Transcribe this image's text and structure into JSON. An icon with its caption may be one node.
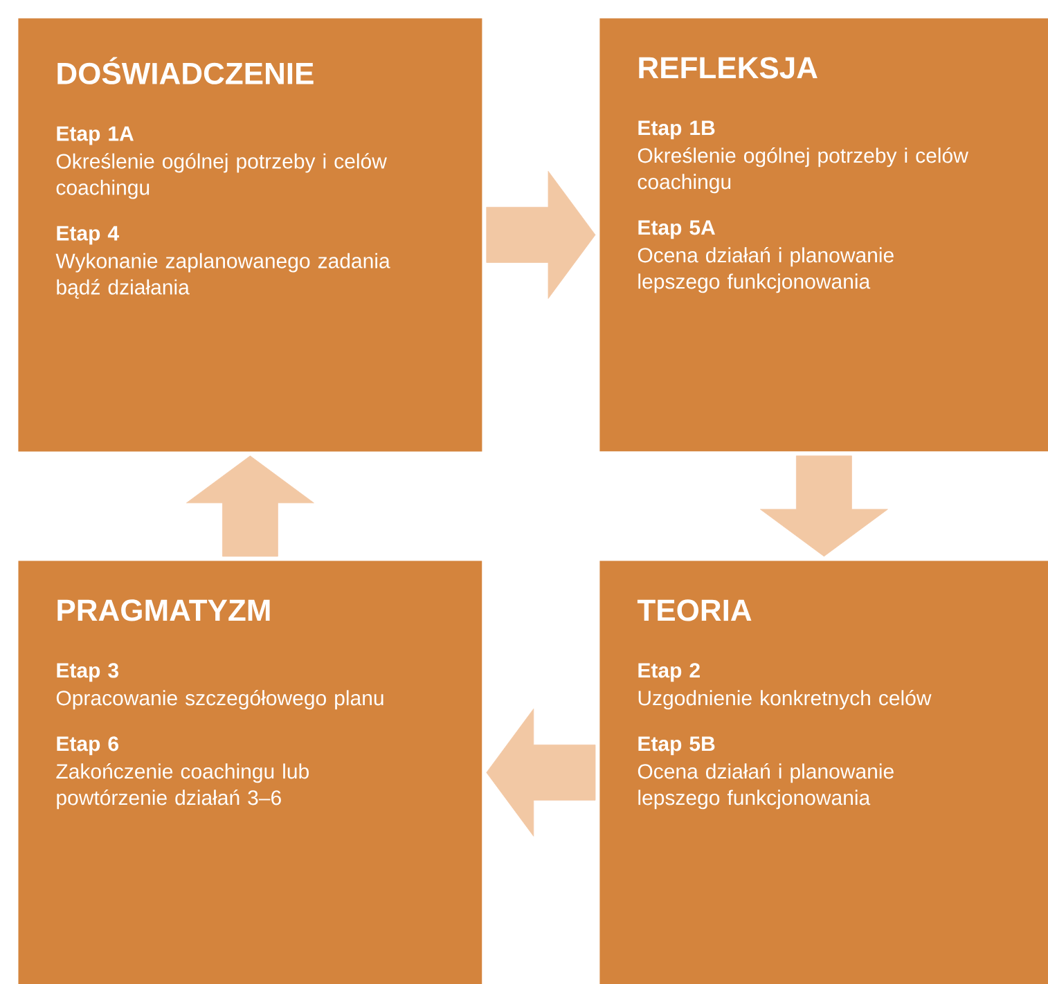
{
  "diagram": {
    "nodes": [
      {
        "text": [
          "DOŚWIADCZENIE",
          "Etap 1A",
          "Określenie ogólnej potrzeby i celów coachingu",
          "Etap 4",
          "Wykonanie zaplanowanego zadania bądź działania"
        ]
      },
      {
        "text": [
          "REFLEKSJA",
          "Etap 1B",
          "Określenie ogólnej potrzeby i celów coachingu",
          "Etap 5A",
          "Ocena działań i planowanie lepszego funkcjonowania"
        ]
      },
      {
        "text": [
          "PRAGMATYZM",
          "Etap 3",
          "Opracowanie szczegółowego planu",
          "Etap 6",
          "Zakończenie coachingu lub powtórzenie działań 3–6"
        ]
      },
      {
        "text": [
          "TEORIA",
          "Etap 2",
          "Uzgodnienie konkretnych celów",
          "Etap 5B",
          "Ocena działań i planowanie lepszego funkcjonowania"
        ]
      }
    ],
    "edges": [
      {
        "from": 0,
        "to": 1,
        "arrow": "to"
      },
      {
        "from": 1,
        "to": 3,
        "arrow": "to"
      },
      {
        "from": 3,
        "to": 2,
        "arrow": "to"
      },
      {
        "from": 2,
        "to": 0,
        "arrow": "to"
      }
    ]
  }
}
